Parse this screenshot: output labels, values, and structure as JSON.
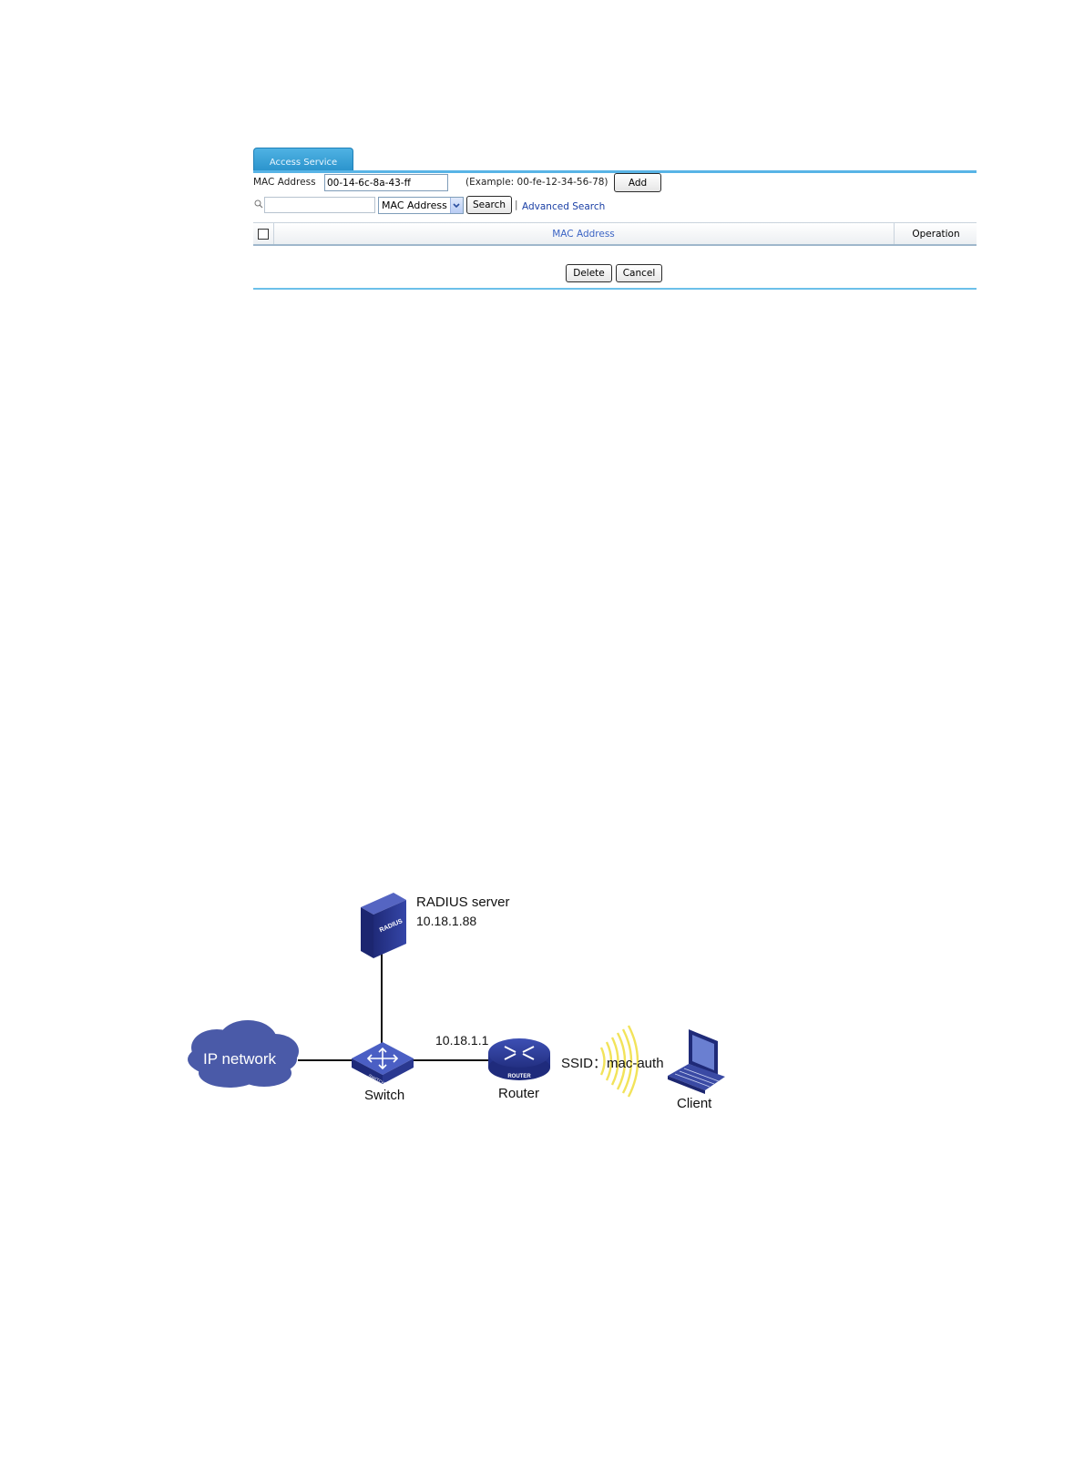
{
  "form": {
    "tab_label": "Access Service",
    "mac_label": "MAC Address",
    "mac_value": "00-14-6c-8a-43-ff",
    "example_text": "(Example: 00-fe-12-34-56-78)",
    "add_label": "Add",
    "search_placeholder": "",
    "search_field_selected": "MAC Address",
    "search_button": "Search",
    "separator": "|",
    "advanced_search": "Advanced Search",
    "col_mac": "MAC Address",
    "col_operation": "Operation",
    "delete_label": "Delete",
    "cancel_label": "Cancel"
  },
  "diagram": {
    "radius_name": "RADIUS server",
    "radius_ip": "10.18.1.88",
    "radius_badge": "RADIUS",
    "ip_network": "IP network",
    "switch_label": "Switch",
    "switch_badge": "SWITCH",
    "router_ip": "10.18.1.1",
    "router_label": "Router",
    "router_badge": "ROUTER",
    "ssid": "SSID：mac-auth",
    "client_label": "Client"
  },
  "colors": {
    "tab_blue": "#2a93cc",
    "rule_blue": "#58b4e6",
    "device_blue": "#2d3a94",
    "cloud_blue": "#4a5aa8",
    "wireless_yellow": "#f2e35a"
  }
}
